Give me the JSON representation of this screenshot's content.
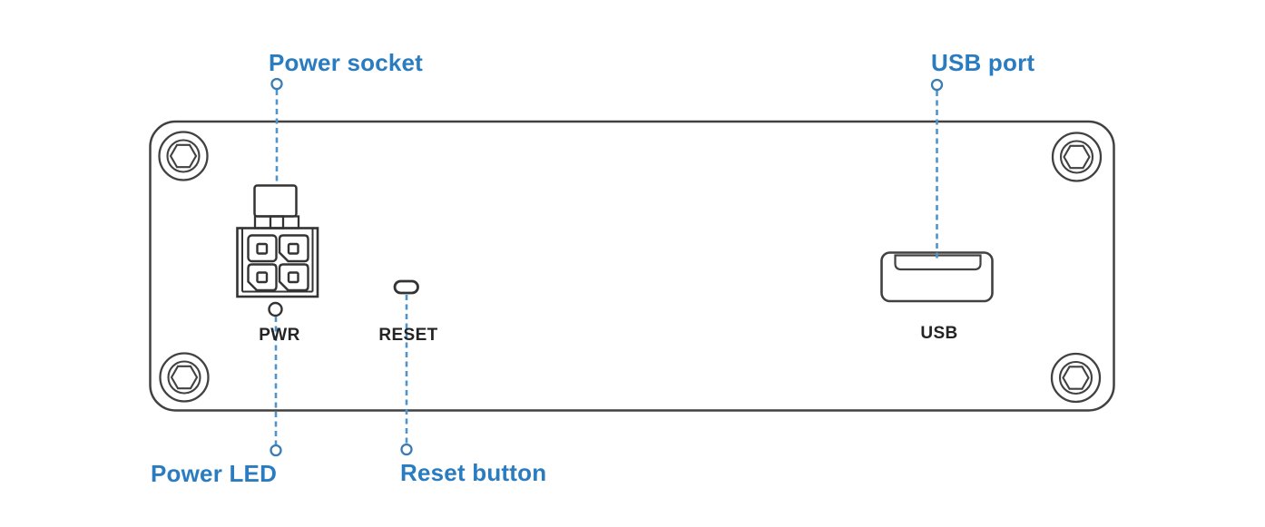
{
  "diagram": {
    "title_none_visible": "",
    "callouts": {
      "power_socket": "Power socket",
      "usb_port": "USB port",
      "power_led": "Power LED",
      "reset_button": "Reset button"
    },
    "panel_labels": {
      "pwr": "PWR",
      "reset": "RESET",
      "usb": "USB"
    },
    "icons": {
      "screws": [
        "screw-icon-top-left",
        "screw-icon-top-right",
        "screw-icon-bottom-left",
        "screw-icon-bottom-right"
      ],
      "connector": "power-connector-icon",
      "led": "led-indicator-icon",
      "reset_hole": "reset-hole-icon",
      "usb": "usb-port-icon"
    },
    "colors": {
      "callout_text": "#2a7cc1",
      "leader_line": "#4e94cd",
      "leader_dot_stroke": "#3c7cb3",
      "panel_outline": "#414141",
      "panel_label_text": "#242424",
      "background": "#ffffff"
    }
  }
}
